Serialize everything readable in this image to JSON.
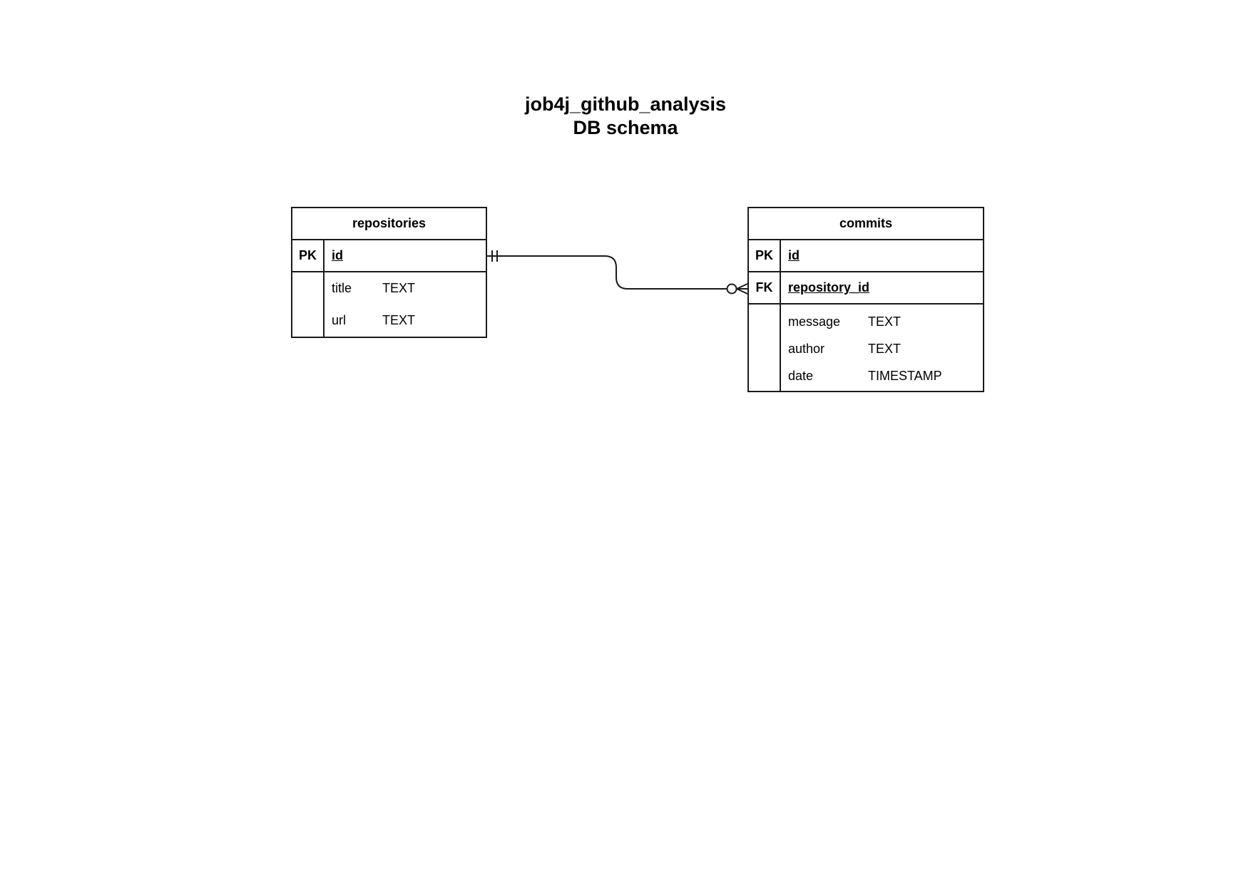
{
  "diagram": {
    "title_line1": "job4j_github_analysis",
    "title_line2": "DB schema"
  },
  "entities": {
    "repositories": {
      "name": "repositories",
      "keys": [
        {
          "marker": "PK",
          "name": "id"
        }
      ],
      "attributes": [
        {
          "name": "title",
          "type": "TEXT"
        },
        {
          "name": "url",
          "type": "TEXT"
        }
      ]
    },
    "commits": {
      "name": "commits",
      "keys": [
        {
          "marker": "PK",
          "name": "id"
        },
        {
          "marker": "FK",
          "name": "repository_id"
        }
      ],
      "attributes": [
        {
          "name": "message",
          "type": "TEXT"
        },
        {
          "name": "author",
          "type": "TEXT"
        },
        {
          "name": "date",
          "type": "TIMESTAMP"
        }
      ]
    }
  },
  "relationships": [
    {
      "from": "repositories.id",
      "from_cardinality": "exactly-one",
      "to": "commits.repository_id",
      "to_cardinality": "zero-or-many"
    }
  ],
  "colors": {
    "line": "#1a1a1a",
    "background": "#ffffff"
  }
}
